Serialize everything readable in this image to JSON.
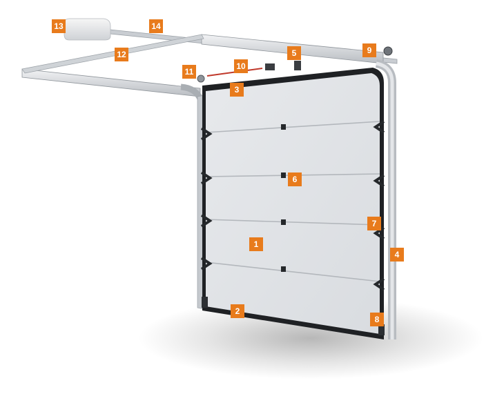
{
  "diagram": {
    "accent_color": "#e87b1c",
    "callouts": [
      {
        "label": "1",
        "part": "door-panel"
      },
      {
        "label": "2",
        "part": "bottom-seal"
      },
      {
        "label": "3",
        "part": "top-seal"
      },
      {
        "label": "4",
        "part": "side-frame"
      },
      {
        "label": "5",
        "part": "torsion-spring-shaft"
      },
      {
        "label": "6",
        "part": "hinge"
      },
      {
        "label": "7",
        "part": "roller-bracket"
      },
      {
        "label": "8",
        "part": "bottom-bracket"
      },
      {
        "label": "9",
        "part": "end-bearing-bracket"
      },
      {
        "label": "10",
        "part": "spring"
      },
      {
        "label": "11",
        "part": "cable-drum"
      },
      {
        "label": "12",
        "part": "horizontal-track"
      },
      {
        "label": "13",
        "part": "opener-motor"
      },
      {
        "label": "14",
        "part": "opener-rail"
      }
    ]
  }
}
